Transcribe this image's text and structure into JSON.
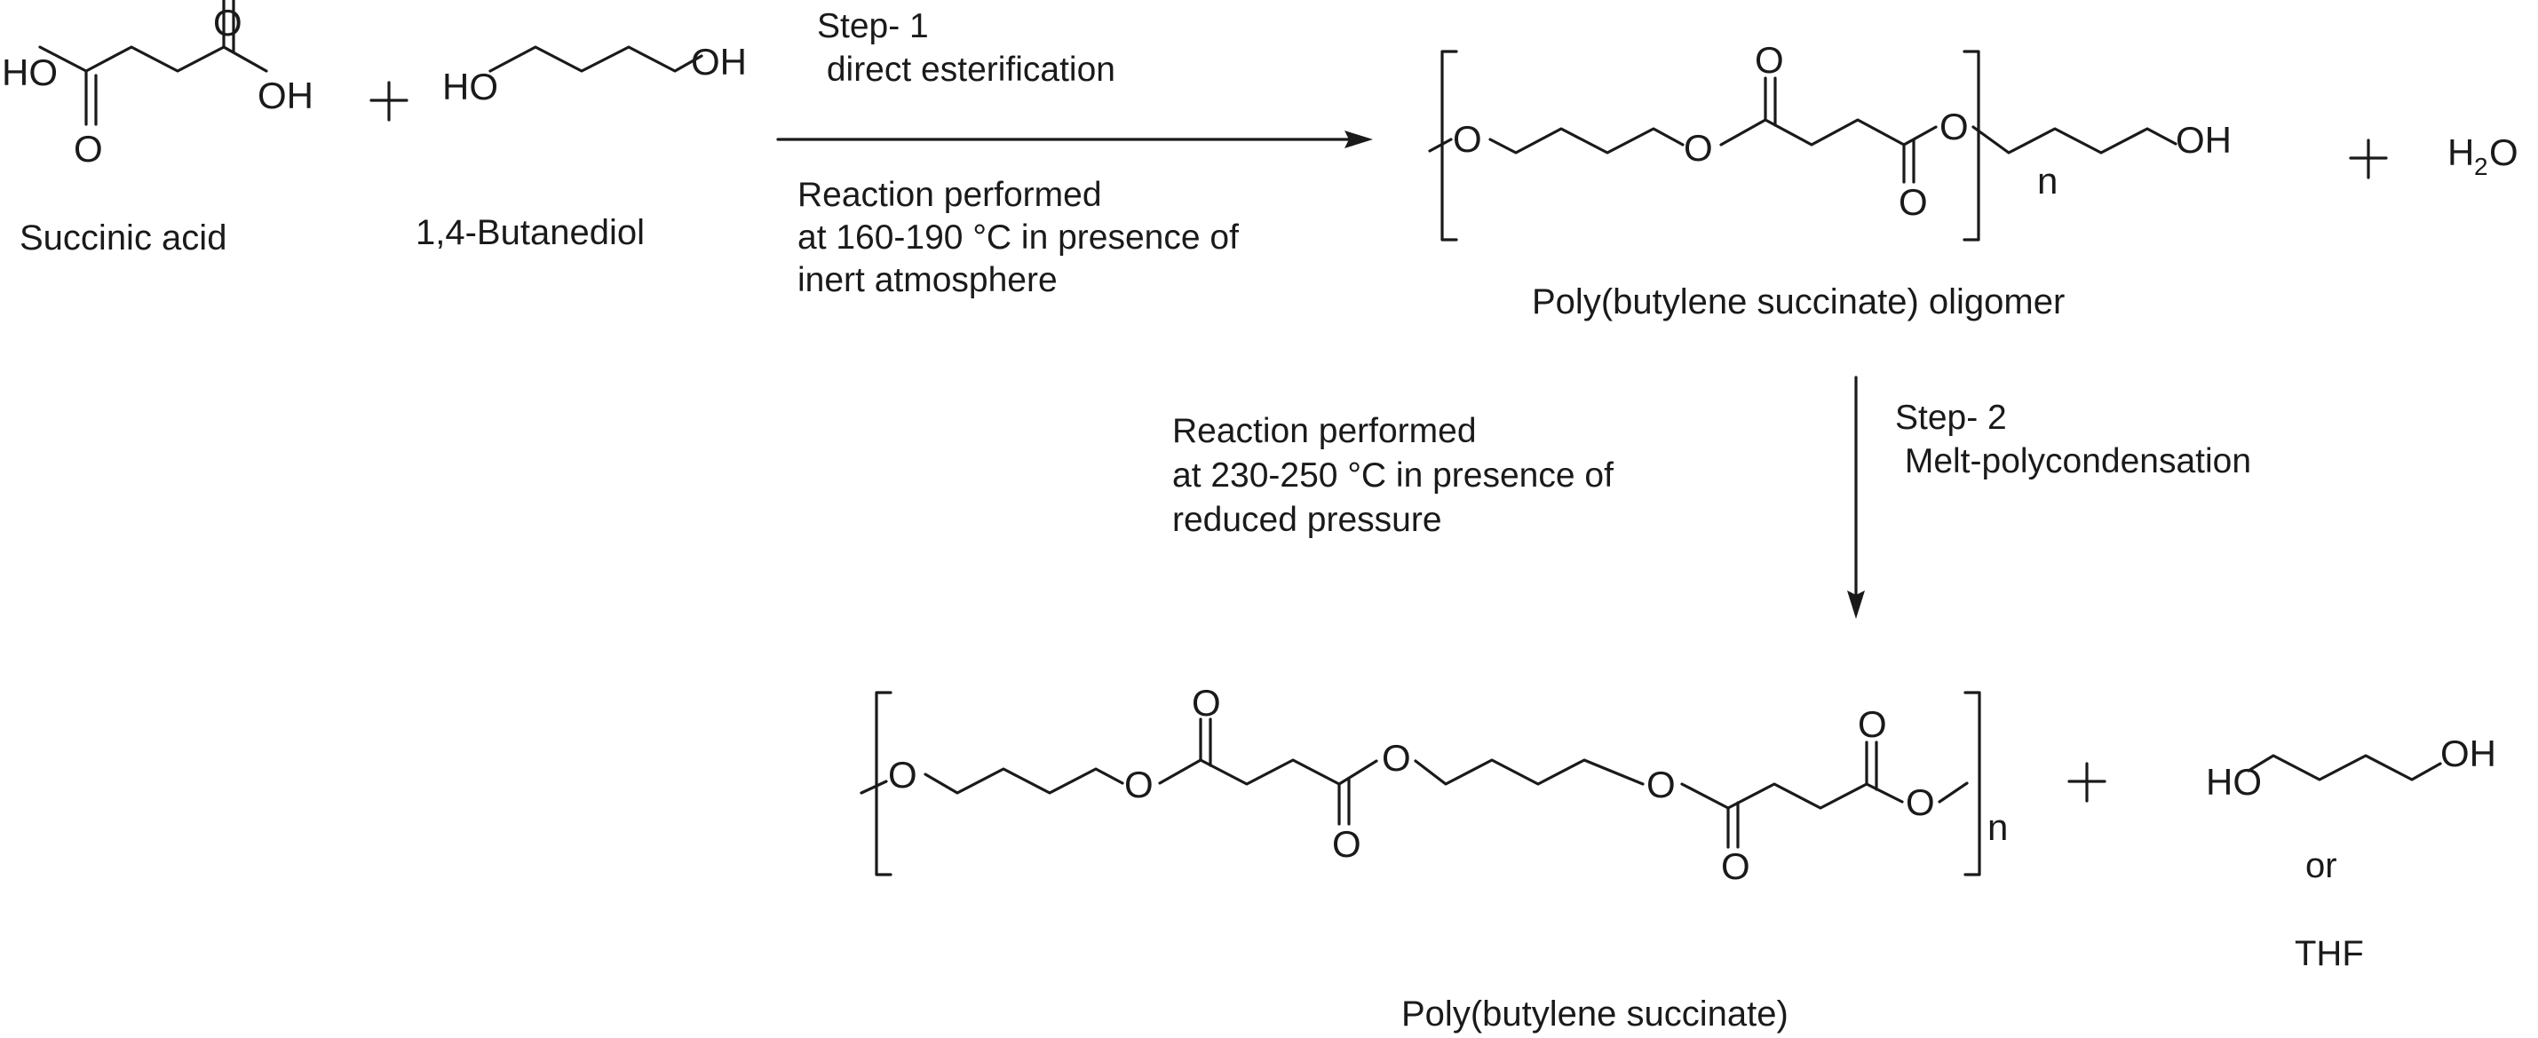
{
  "atoms": {
    "ho": "HO",
    "oh": "OH",
    "o": "O",
    "h": "H",
    "two": "2",
    "n": "n"
  },
  "compounds": {
    "succinic_acid": "Succinic acid",
    "butanediol": "1,4-Butanediol",
    "oligomer": "Poly(butylene succinate) oligomer",
    "pbs": "Poly(butylene succinate)",
    "or": "or",
    "thf": "THF"
  },
  "step1": {
    "title": "Step- 1",
    "name": " direct esterification",
    "conditions": [
      "Reaction performed",
      "at 160-190 °C in presence of",
      "inert atmosphere"
    ]
  },
  "step2": {
    "title": "Step- 2",
    "name": " Melt-polycondensation",
    "conditions": [
      "Reaction performed",
      "at 230-250 °C in presence of",
      "reduced pressure"
    ]
  }
}
